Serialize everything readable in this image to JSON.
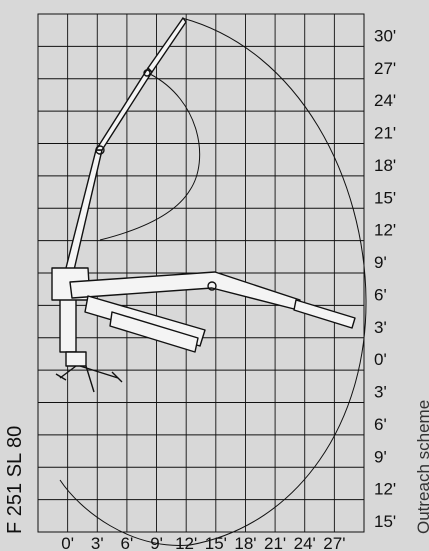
{
  "model": "F 251 SL 80",
  "caption": "Outreach scheme",
  "y_labels": [
    "30'",
    "27'",
    "24'",
    "21'",
    "18'",
    "15'",
    "12'",
    "9'",
    "6'",
    "3'",
    "0'",
    "3'",
    "6'",
    "9'",
    "12'",
    "15'"
  ],
  "x_labels": [
    "0'",
    "3'",
    "6'",
    "9'",
    "12'",
    "15'",
    "18'",
    "21'",
    "24'",
    "27'"
  ],
  "colors": {
    "background": "#d8d8d8",
    "lines": "#111111"
  }
}
